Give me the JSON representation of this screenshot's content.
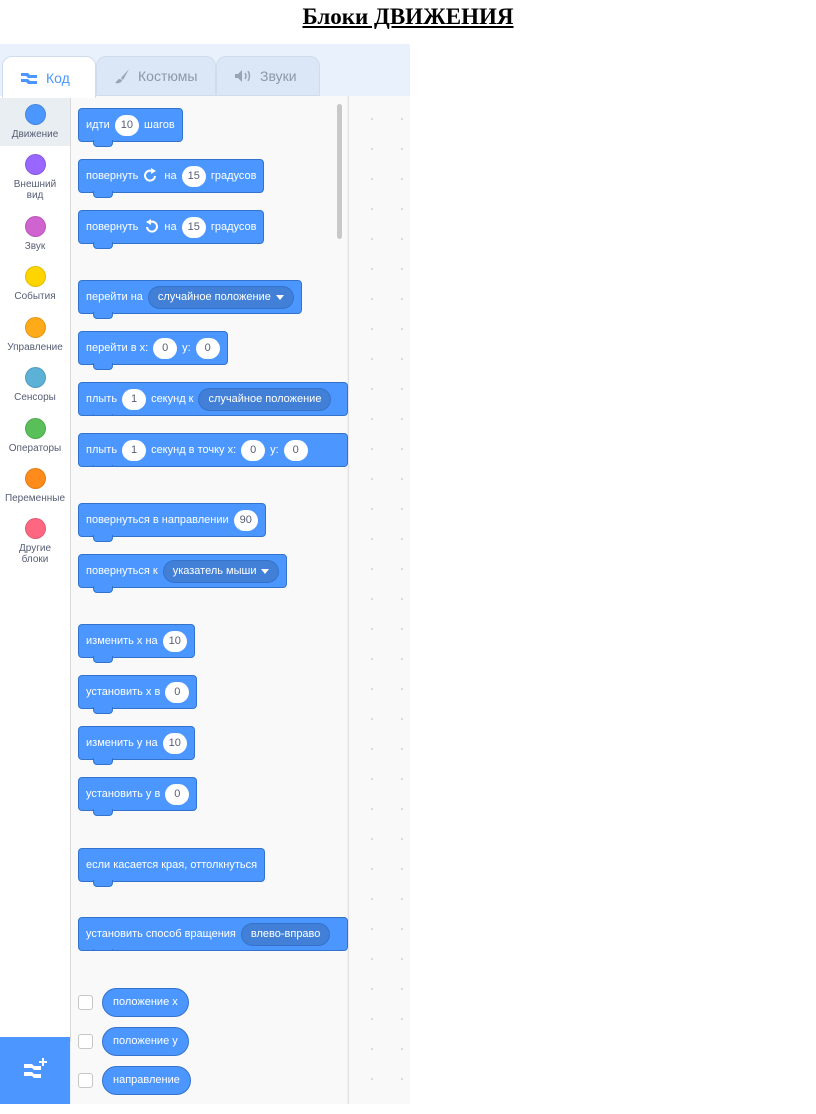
{
  "page_title": "Блоки ДВИЖЕНИЯ",
  "tabs": [
    {
      "label": "Код",
      "icon": "code-icon",
      "active": true
    },
    {
      "label": "Костюмы",
      "icon": "brush-icon",
      "active": false
    },
    {
      "label": "Звуки",
      "icon": "speaker-icon",
      "active": false
    }
  ],
  "categories": [
    {
      "label": "Движение",
      "color": "#4c97ff",
      "selected": true
    },
    {
      "label": "Внешний вид",
      "color": "#9966ff"
    },
    {
      "label": "Звук",
      "color": "#cf63cf"
    },
    {
      "label": "События",
      "color": "#ffd500"
    },
    {
      "label": "Управление",
      "color": "#ffab19"
    },
    {
      "label": "Сенсоры",
      "color": "#5cb1d6"
    },
    {
      "label": "Операторы",
      "color": "#59c059"
    },
    {
      "label": "Переменные",
      "color": "#ff8c1a"
    },
    {
      "label": "Другие блоки",
      "color": "#ff6680"
    }
  ],
  "add_extension_icon": "add-extension-icon",
  "colors": {
    "motion": "#4c97ff",
    "motion_dark": "#3373cc",
    "field": "#4280d7"
  },
  "blocks": {
    "move": {
      "pre": "идти",
      "steps": "10",
      "post": "шагов"
    },
    "turn_right": {
      "pre": "повернуть",
      "icon": "rotate-right-icon",
      "mid": "на",
      "degrees": "15",
      "post": "градусов"
    },
    "turn_left": {
      "pre": "повернуть",
      "icon": "rotate-left-icon",
      "mid": "на",
      "degrees": "15",
      "post": "градусов"
    },
    "goto": {
      "pre": "перейти на",
      "target": "случайное положение"
    },
    "goto_xy": {
      "pre": "перейти в x:",
      "x": "0",
      "ylabel": "y:",
      "y": "0"
    },
    "glide_to": {
      "pre": "плыть",
      "secs": "1",
      "mid": "секунд к",
      "target": "случайное положение"
    },
    "glide_xy": {
      "pre": "плыть",
      "secs": "1",
      "mid": "секунд в точку x:",
      "x": "0",
      "ylabel": "y:",
      "y": "0"
    },
    "point_dir": {
      "pre": "повернуться в направлении",
      "dir": "90"
    },
    "point_towards": {
      "pre": "повернуться к",
      "target": "указатель мыши"
    },
    "change_x": {
      "pre": "изменить x на",
      "val": "10"
    },
    "set_x": {
      "pre": "установить x в",
      "val": "0"
    },
    "change_y": {
      "pre": "изменить y на",
      "val": "10"
    },
    "set_y": {
      "pre": "установить y в",
      "val": "0"
    },
    "bounce": {
      "label": "если касается края, оттолкнуться"
    },
    "rotation_style": {
      "pre": "установить способ вращения",
      "style": "влево-вправо"
    }
  },
  "reporters": [
    {
      "label": "положение x"
    },
    {
      "label": "положение y"
    },
    {
      "label": "направление"
    }
  ]
}
